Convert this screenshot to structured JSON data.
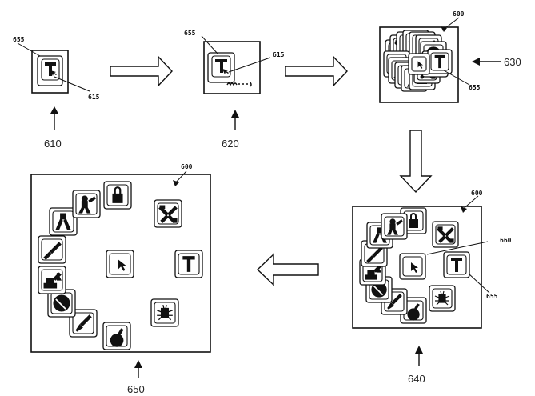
{
  "steps": [
    {
      "number": "610",
      "tile_ref": "655",
      "cursor_ref": "615"
    },
    {
      "number": "620",
      "tile_ref": "655",
      "cursor_ref": "615"
    },
    {
      "number": "630",
      "container_ref": "600",
      "tile_ref": "655"
    },
    {
      "number": "640",
      "container_ref": "600",
      "center_ref": "660",
      "tile_ref": "655"
    },
    {
      "number": "650",
      "container_ref": "600"
    }
  ],
  "tools_640": [
    "lock-icon",
    "tools-icon",
    "hammer-icon",
    "bug-icon",
    "bomb-icon",
    "brush-icon",
    "no-entry-icon",
    "excavator-icon",
    "screwdriver-icon",
    "pliers-icon",
    "wrench-person-icon"
  ],
  "tools_650": [
    "lock-icon",
    "tools-icon",
    "hammer-icon",
    "bug-icon",
    "bomb-icon",
    "brush-icon",
    "no-entry-icon",
    "excavator-icon",
    "screwdriver-icon",
    "pliers-icon",
    "wrench-person-icon"
  ]
}
